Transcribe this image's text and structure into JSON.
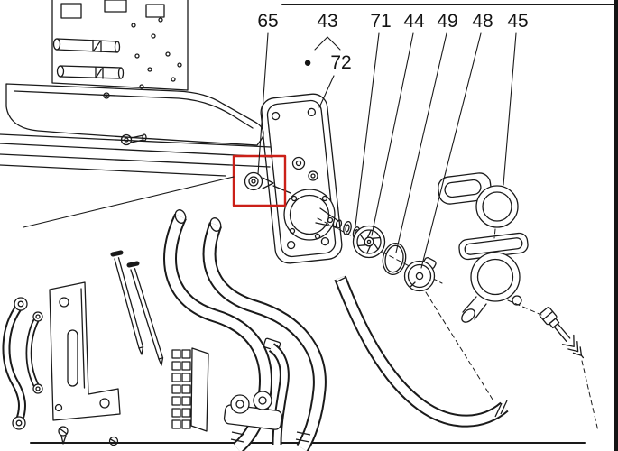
{
  "figure": {
    "kind": "exploded-parts-diagram",
    "colors": {
      "background": "#ffffff",
      "line": "#1a1a1a",
      "highlight": "#cb2018"
    },
    "callouts": [
      {
        "label": "65"
      },
      {
        "label": "43"
      },
      {
        "label": "71"
      },
      {
        "label": "44"
      },
      {
        "label": "49"
      },
      {
        "label": "48"
      },
      {
        "label": "45"
      }
    ],
    "sub_callout": {
      "bullet_glyph": "●",
      "label": "72"
    },
    "highlighted_callout": "65"
  }
}
